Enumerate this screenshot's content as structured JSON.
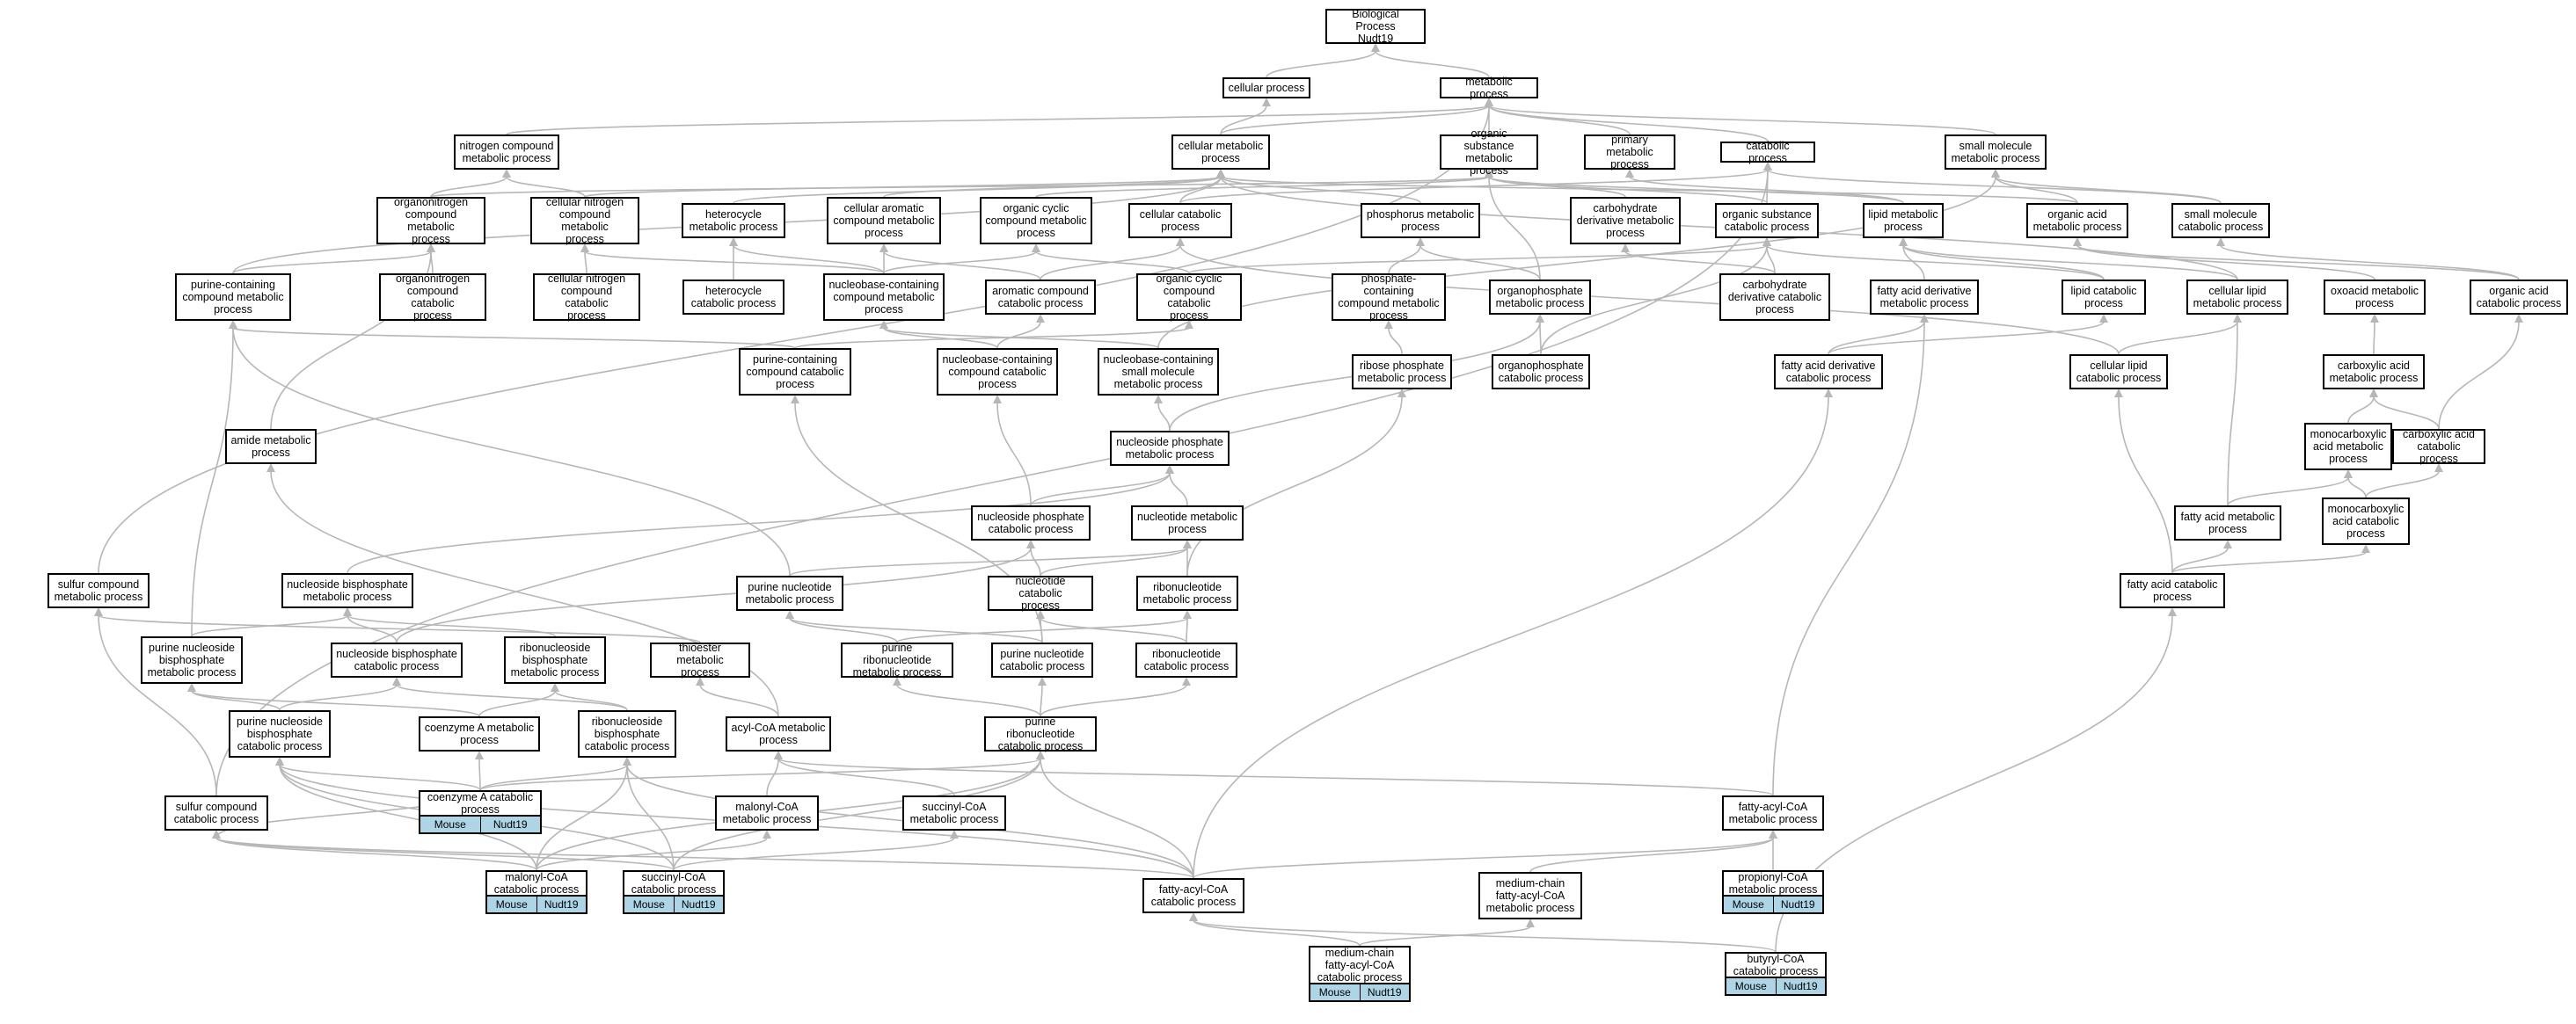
{
  "graph": {
    "root": "Biological Process\nNudt19",
    "annotation_labels": [
      "Mouse",
      "Nudt19"
    ],
    "nodes": [
      {
        "id": "root",
        "label": "Biological Process\nNudt19"
      },
      {
        "id": "cp",
        "label": "cellular process"
      },
      {
        "id": "mp",
        "label": "metabolic process"
      },
      {
        "id": "ncmp",
        "label": "nitrogen compound\nmetabolic process"
      },
      {
        "id": "cmp",
        "label": "cellular metabolic\nprocess"
      },
      {
        "id": "osmp",
        "label": "organic substance\nmetabolic process"
      },
      {
        "id": "pmp",
        "label": "primary metabolic\nprocess"
      },
      {
        "id": "catp",
        "label": "catabolic process"
      },
      {
        "id": "smmp",
        "label": "small molecule\nmetabolic process"
      },
      {
        "id": "oncmp",
        "label": "organonitrogen\ncompound metabolic\nprocess"
      },
      {
        "id": "cncmp",
        "label": "cellular nitrogen\ncompound metabolic\nprocess"
      },
      {
        "id": "hmp",
        "label": "heterocycle\nmetabolic process"
      },
      {
        "id": "cacmp",
        "label": "cellular aromatic\ncompound metabolic\nprocess"
      },
      {
        "id": "occmp",
        "label": "organic cyclic\ncompound metabolic\nprocess"
      },
      {
        "id": "ccp",
        "label": "cellular catabolic\nprocess"
      },
      {
        "id": "phmp",
        "label": "phosphorus metabolic\nprocess"
      },
      {
        "id": "cdmp",
        "label": "carbohydrate\nderivative metabolic\nprocess"
      },
      {
        "id": "oscp",
        "label": "organic substance\ncatabolic process"
      },
      {
        "id": "lmp",
        "label": "lipid metabolic\nprocess"
      },
      {
        "id": "oamp",
        "label": "organic acid\nmetabolic process"
      },
      {
        "id": "smcp",
        "label": "small molecule\ncatabolic process"
      },
      {
        "id": "pccmp",
        "label": "purine-containing\ncompound metabolic\nprocess"
      },
      {
        "id": "onccp",
        "label": "organonitrogen\ncompound catabolic\nprocess"
      },
      {
        "id": "cnccp",
        "label": "cellular nitrogen\ncompound catabolic\nprocess"
      },
      {
        "id": "hcp",
        "label": "heterocycle\ncatabolic process"
      },
      {
        "id": "nbccmp",
        "label": "nucleobase-containing\ncompound metabolic\nprocess"
      },
      {
        "id": "accp",
        "label": "aromatic compound\ncatabolic process"
      },
      {
        "id": "occcp",
        "label": "organic cyclic\ncompound catabolic\nprocess"
      },
      {
        "id": "pcmp",
        "label": "phosphate-containing\ncompound metabolic\nprocess"
      },
      {
        "id": "opmp",
        "label": "organophosphate\nmetabolic process"
      },
      {
        "id": "cdcp",
        "label": "carbohydrate\nderivative catabolic\nprocess"
      },
      {
        "id": "fadmp",
        "label": "fatty acid derivative\nmetabolic process"
      },
      {
        "id": "lcp",
        "label": "lipid catabolic\nprocess"
      },
      {
        "id": "clmp",
        "label": "cellular lipid\nmetabolic process"
      },
      {
        "id": "oxmp",
        "label": "oxoacid metabolic\nprocess"
      },
      {
        "id": "oacp",
        "label": "organic acid\ncatabolic process"
      },
      {
        "id": "pcccp",
        "label": "purine-containing\ncompound catabolic\nprocess"
      },
      {
        "id": "nbcccp",
        "label": "nucleobase-containing\ncompound catabolic\nprocess"
      },
      {
        "id": "nbcsmmp",
        "label": "nucleobase-containing\nsmall molecule\nmetabolic process"
      },
      {
        "id": "rpmp",
        "label": "ribose phosphate\nmetabolic process"
      },
      {
        "id": "opcp",
        "label": "organophosphate\ncatabolic process"
      },
      {
        "id": "fadcp",
        "label": "fatty acid derivative\ncatabolic process"
      },
      {
        "id": "clcp",
        "label": "cellular lipid\ncatabolic process"
      },
      {
        "id": "cxmp",
        "label": "carboxylic acid\nmetabolic process"
      },
      {
        "id": "amp",
        "label": "amide metabolic\nprocess"
      },
      {
        "id": "npmp",
        "label": "nucleoside phosphate\nmetabolic process"
      },
      {
        "id": "mcamp",
        "label": "monocarboxylic\nacid metabolic\nprocess"
      },
      {
        "id": "cxcp",
        "label": "carboxylic acid\ncatabolic process"
      },
      {
        "id": "npcp",
        "label": "nucleoside phosphate\ncatabolic process"
      },
      {
        "id": "nmp",
        "label": "nucleotide metabolic\nprocess"
      },
      {
        "id": "famp",
        "label": "fatty acid metabolic\nprocess"
      },
      {
        "id": "mcacp",
        "label": "monocarboxylic\nacid catabolic\nprocess"
      },
      {
        "id": "scmp",
        "label": "sulfur compound\nmetabolic process"
      },
      {
        "id": "nbpmp",
        "label": "nucleoside bisphosphate\nmetabolic process"
      },
      {
        "id": "pnmp",
        "label": "purine nucleotide\nmetabolic process"
      },
      {
        "id": "ncp",
        "label": "nucleotide catabolic\nprocess"
      },
      {
        "id": "rnmp",
        "label": "ribonucleotide\nmetabolic process"
      },
      {
        "id": "facp",
        "label": "fatty acid catabolic\nprocess"
      },
      {
        "id": "pnbpmp",
        "label": "purine nucleoside\nbisphosphate\nmetabolic process"
      },
      {
        "id": "nbpcp",
        "label": "nucleoside bisphosphate\ncatabolic process"
      },
      {
        "id": "rnbpmp",
        "label": "ribonucleoside\nbisphosphate\nmetabolic process"
      },
      {
        "id": "temp",
        "label": "thioester metabolic\nprocess"
      },
      {
        "id": "prnmp",
        "label": "purine ribonucleotide\nmetabolic process"
      },
      {
        "id": "pncp",
        "label": "purine nucleotide\ncatabolic process"
      },
      {
        "id": "rncp",
        "label": "ribonucleotide\ncatabolic process"
      },
      {
        "id": "pnbpcp",
        "label": "purine nucleoside\nbisphosphate\ncatabolic process"
      },
      {
        "id": "camp",
        "label": "coenzyme A metabolic\nprocess"
      },
      {
        "id": "rnbpcp",
        "label": "ribonucleoside\nbisphosphate\ncatabolic process"
      },
      {
        "id": "acoamp",
        "label": "acyl-CoA metabolic\nprocess"
      },
      {
        "id": "prncp",
        "label": "purine ribonucleotide\ncatabolic process"
      },
      {
        "id": "sccp",
        "label": "sulfur compound\ncatabolic process"
      },
      {
        "id": "cacp",
        "label": "coenzyme A catabolic\nprocess",
        "annotated": true
      },
      {
        "id": "mcoamp",
        "label": "malonyl-CoA\nmetabolic process"
      },
      {
        "id": "scoamp",
        "label": "succinyl-CoA\nmetabolic process"
      },
      {
        "id": "facoamp",
        "label": "fatty-acyl-CoA\nmetabolic process"
      },
      {
        "id": "mcoacp",
        "label": "malonyl-CoA\ncatabolic process",
        "annotated": true
      },
      {
        "id": "scoacp",
        "label": "succinyl-CoA\ncatabolic process",
        "annotated": true
      },
      {
        "id": "facoacp",
        "label": "fatty-acyl-CoA\ncatabolic process"
      },
      {
        "id": "mcfacoamp",
        "label": "medium-chain\nfatty-acyl-CoA\nmetabolic process"
      },
      {
        "id": "pcoamp",
        "label": "propionyl-CoA\nmetabolic process",
        "annotated": true
      },
      {
        "id": "mcfacoacp",
        "label": "medium-chain\nfatty-acyl-CoA\ncatabolic process",
        "annotated": true
      },
      {
        "id": "bcoacp",
        "label": "butyryl-CoA\ncatabolic process",
        "annotated": true
      }
    ],
    "edges": [
      [
        "cp",
        "root"
      ],
      [
        "mp",
        "root"
      ],
      [
        "cmp",
        "cp"
      ],
      [
        "cmp",
        "mp"
      ],
      [
        "osmp",
        "mp"
      ],
      [
        "pmp",
        "mp"
      ],
      [
        "catp",
        "mp"
      ],
      [
        "smmp",
        "mp"
      ],
      [
        "ncmp",
        "mp"
      ],
      [
        "oncmp",
        "ncmp"
      ],
      [
        "oncmp",
        "osmp"
      ],
      [
        "cncmp",
        "ncmp"
      ],
      [
        "cncmp",
        "cmp"
      ],
      [
        "hmp",
        "cmp"
      ],
      [
        "cacmp",
        "cmp"
      ],
      [
        "occmp",
        "osmp"
      ],
      [
        "ccp",
        "cmp"
      ],
      [
        "ccp",
        "catp"
      ],
      [
        "phmp",
        "cmp"
      ],
      [
        "cdmp",
        "osmp"
      ],
      [
        "oscp",
        "osmp"
      ],
      [
        "oscp",
        "catp"
      ],
      [
        "lmp",
        "pmp"
      ],
      [
        "lmp",
        "osmp"
      ],
      [
        "oamp",
        "smmp"
      ],
      [
        "oamp",
        "cmp"
      ],
      [
        "smcp",
        "smmp"
      ],
      [
        "smcp",
        "catp"
      ],
      [
        "pccmp",
        "cmp"
      ],
      [
        "pccmp",
        "oncmp"
      ],
      [
        "onccp",
        "oncmp"
      ],
      [
        "cnccp",
        "cncmp"
      ],
      [
        "hcp",
        "hmp"
      ],
      [
        "nbccmp",
        "hmp"
      ],
      [
        "nbccmp",
        "cacmp"
      ],
      [
        "nbccmp",
        "occmp"
      ],
      [
        "nbccmp",
        "cncmp"
      ],
      [
        "accp",
        "cacmp"
      ],
      [
        "accp",
        "ccp"
      ],
      [
        "occcp",
        "occmp"
      ],
      [
        "occcp",
        "oscp"
      ],
      [
        "pcmp",
        "phmp"
      ],
      [
        "opmp",
        "phmp"
      ],
      [
        "opmp",
        "osmp"
      ],
      [
        "cdcp",
        "cdmp"
      ],
      [
        "cdcp",
        "oscp"
      ],
      [
        "fadmp",
        "lmp"
      ],
      [
        "lcp",
        "lmp"
      ],
      [
        "lcp",
        "oscp"
      ],
      [
        "clmp",
        "lmp"
      ],
      [
        "clmp",
        "cmp"
      ],
      [
        "oxmp",
        "oamp"
      ],
      [
        "oacp",
        "oamp"
      ],
      [
        "oacp",
        "smcp"
      ],
      [
        "pcccp",
        "pccmp"
      ],
      [
        "pcccp",
        "occcp"
      ],
      [
        "nbcccp",
        "nbccmp"
      ],
      [
        "nbcccp",
        "accp"
      ],
      [
        "nbcsmmp",
        "nbccmp"
      ],
      [
        "nbcsmmp",
        "smmp"
      ],
      [
        "rpmp",
        "pcmp"
      ],
      [
        "opcp",
        "opmp"
      ],
      [
        "opcp",
        "oscp"
      ],
      [
        "fadcp",
        "fadmp"
      ],
      [
        "fadcp",
        "lcp"
      ],
      [
        "clcp",
        "clmp"
      ],
      [
        "clcp",
        "ccp"
      ],
      [
        "cxmp",
        "oxmp"
      ],
      [
        "amp",
        "oncmp"
      ],
      [
        "npmp",
        "opmp"
      ],
      [
        "npmp",
        "nbcsmmp"
      ],
      [
        "mcamp",
        "cxmp"
      ],
      [
        "cxcp",
        "cxmp"
      ],
      [
        "cxcp",
        "oacp"
      ],
      [
        "npcp",
        "npmp"
      ],
      [
        "npcp",
        "nbcccp"
      ],
      [
        "nmp",
        "npmp"
      ],
      [
        "famp",
        "mcamp"
      ],
      [
        "famp",
        "clmp"
      ],
      [
        "mcacp",
        "mcamp"
      ],
      [
        "mcacp",
        "cxcp"
      ],
      [
        "scmp",
        "mp"
      ],
      [
        "nbpmp",
        "npmp"
      ],
      [
        "pnmp",
        "nmp"
      ],
      [
        "pnmp",
        "pccmp"
      ],
      [
        "ncp",
        "nmp"
      ],
      [
        "ncp",
        "npcp"
      ],
      [
        "rnmp",
        "nmp"
      ],
      [
        "rnmp",
        "rpmp"
      ],
      [
        "facp",
        "famp"
      ],
      [
        "facp",
        "mcacp"
      ],
      [
        "facp",
        "clcp"
      ],
      [
        "pnbpmp",
        "nbpmp"
      ],
      [
        "pnbpmp",
        "pccmp"
      ],
      [
        "nbpcp",
        "nbpmp"
      ],
      [
        "nbpcp",
        "npcp"
      ],
      [
        "rnbpmp",
        "nbpmp"
      ],
      [
        "temp",
        "scmp"
      ],
      [
        "prnmp",
        "pnmp"
      ],
      [
        "prnmp",
        "rnmp"
      ],
      [
        "pncp",
        "pnmp"
      ],
      [
        "pncp",
        "ncp"
      ],
      [
        "pncp",
        "pcccp"
      ],
      [
        "rncp",
        "rnmp"
      ],
      [
        "rncp",
        "ncp"
      ],
      [
        "pnbpcp",
        "pnbpmp"
      ],
      [
        "pnbpcp",
        "nbpcp"
      ],
      [
        "camp",
        "rnbpmp"
      ],
      [
        "camp",
        "pnbpmp"
      ],
      [
        "rnbpcp",
        "rnbpmp"
      ],
      [
        "rnbpcp",
        "nbpcp"
      ],
      [
        "acoamp",
        "temp"
      ],
      [
        "acoamp",
        "amp"
      ],
      [
        "prncp",
        "prnmp"
      ],
      [
        "prncp",
        "pncp"
      ],
      [
        "prncp",
        "rncp"
      ],
      [
        "sccp",
        "scmp"
      ],
      [
        "sccp",
        "catp"
      ],
      [
        "cacp",
        "camp"
      ],
      [
        "cacp",
        "pnbpcp"
      ],
      [
        "cacp",
        "rnbpcp"
      ],
      [
        "cacp",
        "prncp"
      ],
      [
        "cacp",
        "sccp"
      ],
      [
        "mcoamp",
        "acoamp"
      ],
      [
        "scoamp",
        "acoamp"
      ],
      [
        "facoamp",
        "acoamp"
      ],
      [
        "facoamp",
        "fadmp"
      ],
      [
        "mcoacp",
        "mcoamp"
      ],
      [
        "mcoacp",
        "pnbpcp"
      ],
      [
        "mcoacp",
        "rnbpcp"
      ],
      [
        "mcoacp",
        "prncp"
      ],
      [
        "mcoacp",
        "sccp"
      ],
      [
        "scoacp",
        "scoamp"
      ],
      [
        "scoacp",
        "pnbpcp"
      ],
      [
        "scoacp",
        "rnbpcp"
      ],
      [
        "scoacp",
        "prncp"
      ],
      [
        "scoacp",
        "sccp"
      ],
      [
        "facoacp",
        "facoamp"
      ],
      [
        "facoacp",
        "fadcp"
      ],
      [
        "facoacp",
        "pnbpcp"
      ],
      [
        "facoacp",
        "rnbpcp"
      ],
      [
        "facoacp",
        "prncp"
      ],
      [
        "facoacp",
        "sccp"
      ],
      [
        "mcfacoamp",
        "facoamp"
      ],
      [
        "pcoamp",
        "facoamp"
      ],
      [
        "mcfacoacp",
        "mcfacoamp"
      ],
      [
        "mcfacoacp",
        "facoacp"
      ],
      [
        "bcoacp",
        "facoacp"
      ],
      [
        "bcoacp",
        "facp"
      ]
    ]
  }
}
